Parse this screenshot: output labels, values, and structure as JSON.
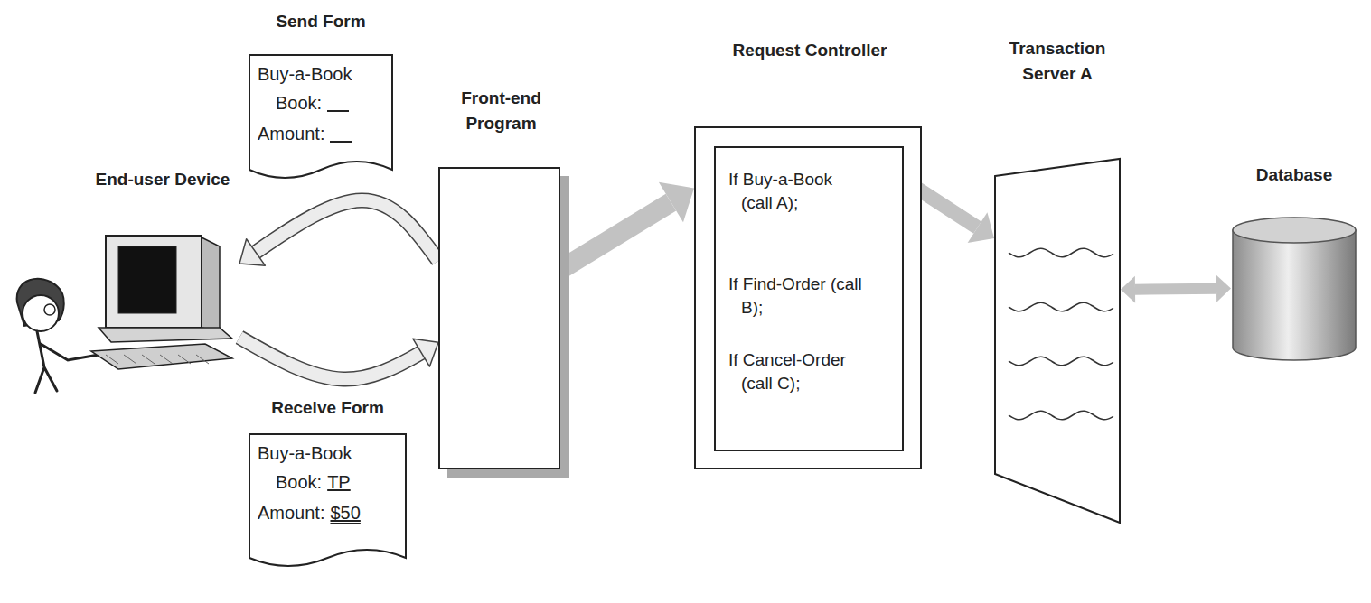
{
  "diagram": {
    "nodes": [
      {
        "text": [
          "End-user Device"
        ]
      },
      {
        "text": [
          "Send Form",
          "Buy-a-Book",
          "Book:",
          "Amount:"
        ]
      },
      {
        "text": [
          "Receive Form",
          "Buy-a-Book",
          "Book:",
          "TP",
          "Amount:",
          "$50"
        ]
      },
      {
        "text": [
          "Front-end Program"
        ]
      },
      {
        "text": [
          "Request Controller"
        ]
      },
      {
        "text": [
          "If Buy-a-Book (call A);",
          "If Find-Order (call B);",
          "If Cancel-Order (call C);"
        ],
        "in": 4
      },
      {
        "text": [
          "Transaction Server A"
        ]
      },
      {
        "text": [
          "Database"
        ]
      }
    ],
    "edges": [
      {
        "from": 3,
        "to": 0,
        "arrow": "to"
      },
      {
        "from": 0,
        "to": 3,
        "arrow": "to"
      },
      {
        "from": 3,
        "to": 4,
        "arrow": "to"
      },
      {
        "from": 5,
        "to": 6,
        "arrow": "to"
      },
      {
        "from": 6,
        "to": 7,
        "arrow": "both"
      }
    ]
  }
}
